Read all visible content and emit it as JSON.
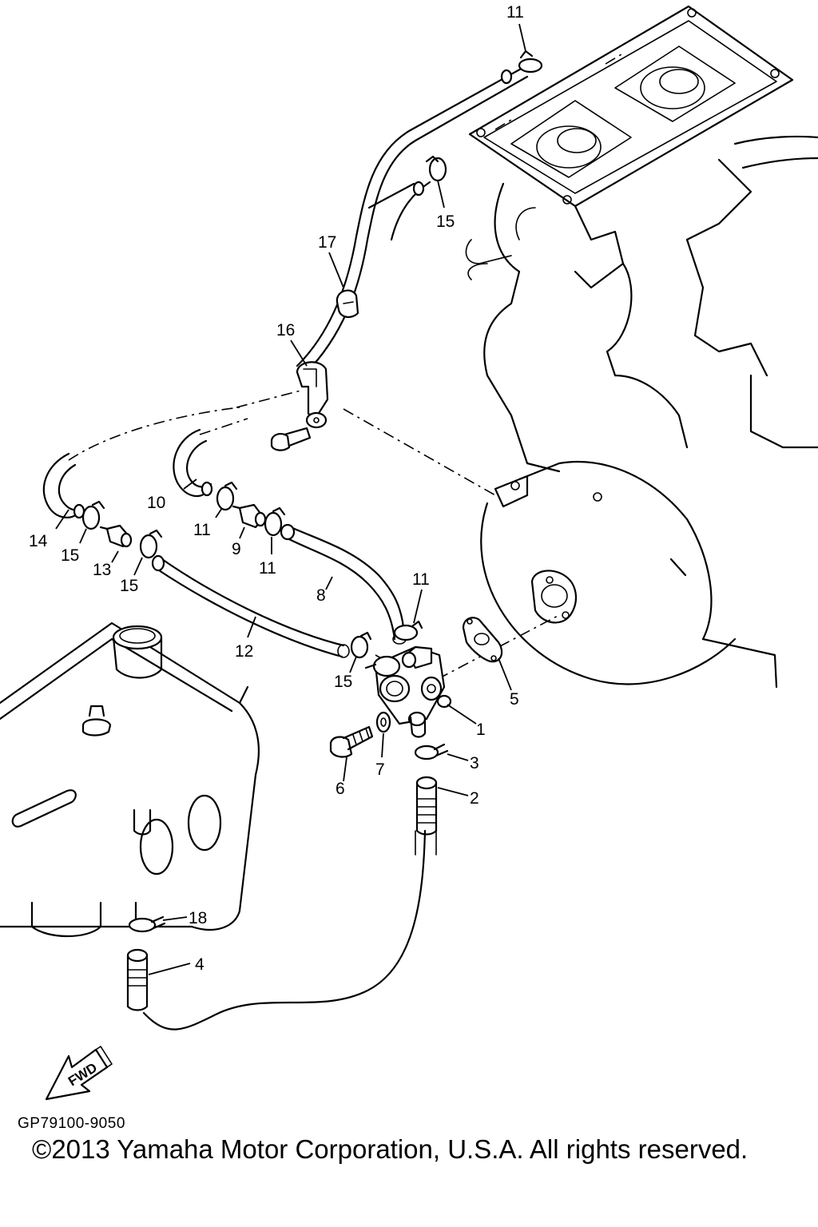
{
  "diagram": {
    "callouts": {
      "c1": "1",
      "c2": "2",
      "c3": "3",
      "c4": "4",
      "c5": "5",
      "c6": "6",
      "c7": "7",
      "c8": "8",
      "c9": "9",
      "c10": "10",
      "c11a": "11",
      "c11b": "11",
      "c11c": "11",
      "c11d": "11",
      "c12": "12",
      "c13": "13",
      "c14": "14",
      "c15a": "15",
      "c15b": "15",
      "c15c": "15",
      "c15d": "15",
      "c16": "16",
      "c17": "17",
      "c18": "18"
    },
    "fwd_label": "FWD"
  },
  "footer": {
    "drawing_code": "GP79100-9050",
    "copyright": "©2013 Yamaha Motor Corporation, U.S.A. All rights reserved."
  }
}
